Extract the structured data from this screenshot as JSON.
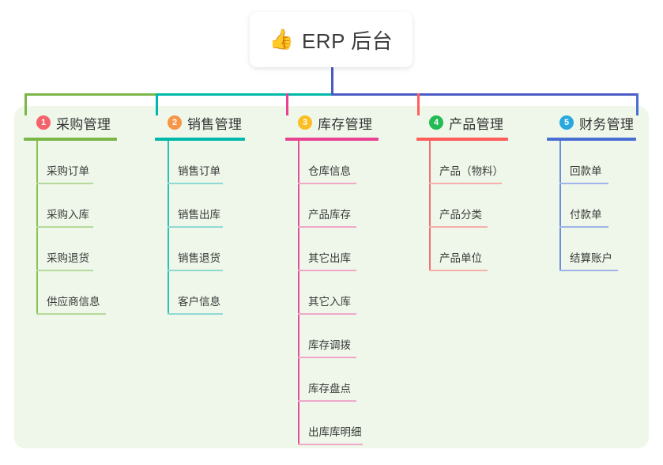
{
  "root": {
    "icon": "thumbs-up-icon",
    "icon_glyph": "👍",
    "title": "ERP 后台"
  },
  "panel": {
    "background_color": "#eef7e9"
  },
  "connector": {
    "trunk_color": "#4a5bc4",
    "bus_segments": [
      {
        "color": "#7ab648"
      },
      {
        "color": "#00b8a9"
      },
      {
        "color": "#4a5bc4"
      }
    ]
  },
  "columns": [
    {
      "number": "1",
      "title": "采购管理",
      "badge_color": "#f4626b",
      "rule_color": "#7ab648",
      "spine_color": "#8cc152",
      "leaf_rule_color": "#b5d99a",
      "drop_color": "#7ab648",
      "children": [
        {
          "label": "采购订单"
        },
        {
          "label": "采购入库"
        },
        {
          "label": "采购退货"
        },
        {
          "label": "供应商信息"
        }
      ]
    },
    {
      "number": "2",
      "title": "销售管理",
      "badge_color": "#f79646",
      "rule_color": "#00b8a9",
      "spine_color": "#2fc0b5",
      "leaf_rule_color": "#8fd9d3",
      "drop_color": "#00b8a9",
      "children": [
        {
          "label": "销售订单"
        },
        {
          "label": "销售出库"
        },
        {
          "label": "销售退货"
        },
        {
          "label": "客户信息"
        }
      ]
    },
    {
      "number": "3",
      "title": "库存管理",
      "badge_color": "#fbbf24",
      "rule_color": "#e84393",
      "spine_color": "#e0519a",
      "leaf_rule_color": "#f0a7ca",
      "drop_color": "#e84393",
      "children": [
        {
          "label": "仓库信息"
        },
        {
          "label": "产品库存"
        },
        {
          "label": "其它出库"
        },
        {
          "label": "其它入库"
        },
        {
          "label": "库存调拨"
        },
        {
          "label": "库存盘点"
        },
        {
          "label": "出库库明细"
        }
      ]
    },
    {
      "number": "4",
      "title": "产品管理",
      "badge_color": "#22bb55",
      "rule_color": "#ff5e5b",
      "spine_color": "#f3726f",
      "leaf_rule_color": "#f7aeac",
      "drop_color": "#ff5e5b",
      "children": [
        {
          "label": "产品（物料）"
        },
        {
          "label": "产品分类"
        },
        {
          "label": "产品单位"
        }
      ]
    },
    {
      "number": "5",
      "title": "财务管理",
      "badge_color": "#29a8e0",
      "rule_color": "#4a6fd4",
      "spine_color": "#6d8ede",
      "leaf_rule_color": "#9fb4e8",
      "drop_color": "#4a6fd4",
      "children": [
        {
          "label": "回款单"
        },
        {
          "label": "付款单"
        },
        {
          "label": "结算账户"
        }
      ]
    }
  ]
}
